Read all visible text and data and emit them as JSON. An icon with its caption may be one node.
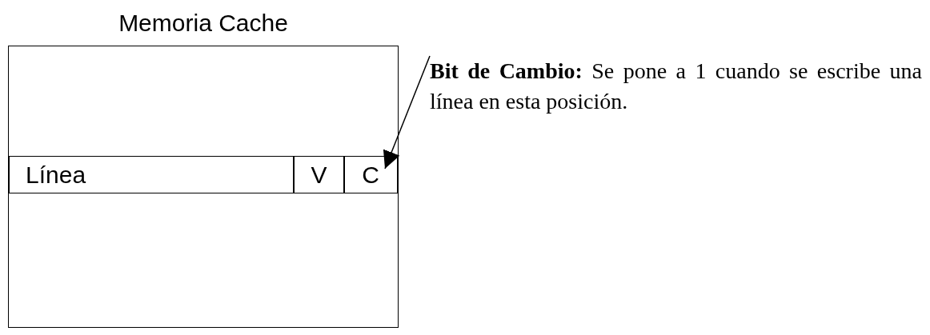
{
  "diagram": {
    "nodes": [
      {
        "text": [
          "Memoria Cache"
        ]
      },
      {
        "text": [
          "Línea"
        ],
        "in": 0
      },
      {
        "text": [
          "V"
        ],
        "in": 0
      },
      {
        "text": [
          "C"
        ],
        "in": 0
      },
      {
        "text": [
          "**Bit de Cambio:** Se pone a 1 cuando se escribe una línea en esta posición."
        ]
      }
    ],
    "edges": [
      {
        "from": 4,
        "to": 3,
        "arrow": "to"
      }
    ]
  }
}
